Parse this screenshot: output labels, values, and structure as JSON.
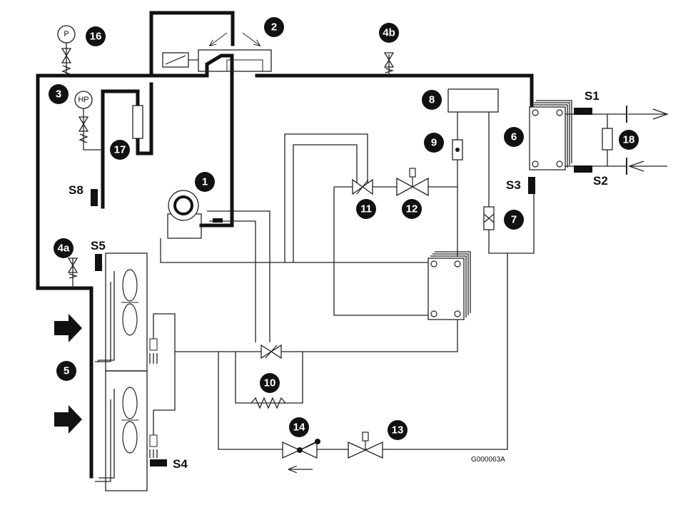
{
  "badges": {
    "b1": "1",
    "b2": "2",
    "b3": "3",
    "b4a": "4a",
    "b4b": "4b",
    "b5": "5",
    "b6": "6",
    "b7": "7",
    "b8": "8",
    "b9": "9",
    "b10": "10",
    "b11": "11",
    "b12": "12",
    "b13": "13",
    "b14": "14",
    "b16": "16",
    "b17": "17",
    "b18": "18"
  },
  "sensors": {
    "s1": "S1",
    "s2": "S2",
    "s3": "S3",
    "s4": "S4",
    "s5": "S5",
    "s8": "S8"
  },
  "gauges": {
    "pressure": "P",
    "high_pressure": "HP"
  },
  "drawing_code": "G000063A",
  "colors": {
    "line": "#111111",
    "background": "#ffffff"
  }
}
